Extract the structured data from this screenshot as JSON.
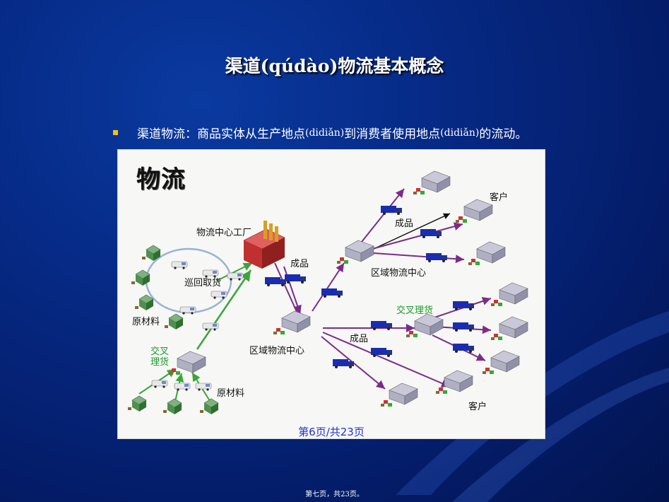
{
  "slide": {
    "title": "渠道(qúdào)物流基本概念",
    "bullet": {
      "part1": "渠道物流：商品实体从生产地点",
      "pinyin1": "(didiǎn)",
      "part2": "到消费者使用地点",
      "pinyin2": "(didiǎn)",
      "part3": "的流动。"
    },
    "footer": "第七页，共23页。"
  },
  "diagram": {
    "heading": "物流",
    "labels": {
      "factory": "物流中心工厂",
      "milk_run": "巡回取货",
      "raw_materials_left": "原材料",
      "cross_dock_left": "交叉\n理货",
      "raw_materials_bottom": "原材料",
      "finished_goods_1": "成品",
      "finished_goods_2": "成品",
      "finished_goods_3": "成品",
      "regional_center_top": "区域物流中心",
      "regional_center_mid": "区域物流中心",
      "customer_top": "客户",
      "cross_dock_right": "交叉理货",
      "customer_bottom": "客户"
    },
    "pager": "第6页/共23页"
  },
  "colors": {
    "background": "#062a86",
    "bullet": "#f5c400",
    "arrow_purple": "#7b2b8a",
    "arrow_green": "#3aa53a",
    "truck_blue": "#1a2db0",
    "green_label": "#1c9a2c",
    "pager": "#2233cc"
  }
}
